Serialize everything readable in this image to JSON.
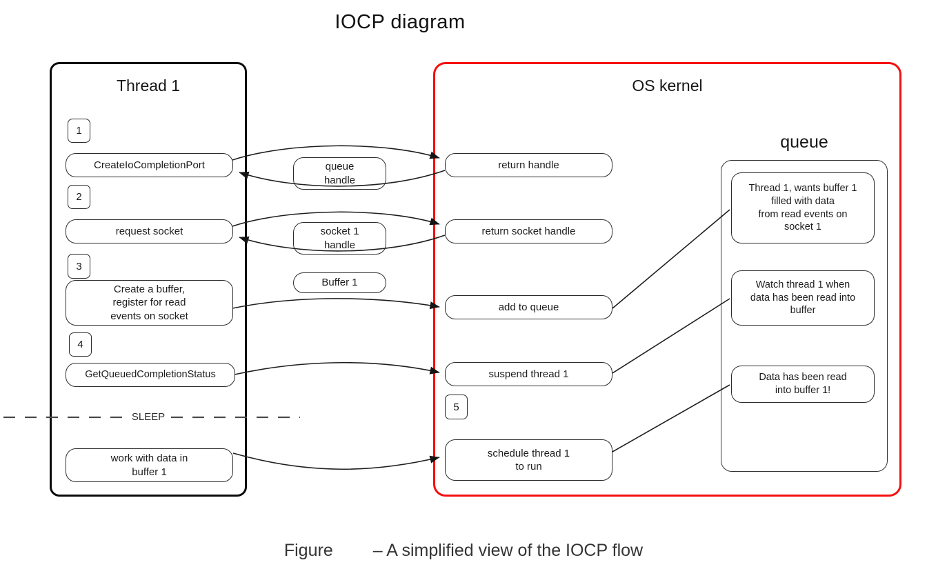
{
  "title": "IOCP diagram",
  "caption": {
    "figure_label": "Figure",
    "text": "– A simplified view of the IOCP flow"
  },
  "colors": {
    "kernel_border": "#f60e0e",
    "thread_border": "#0a0a0a",
    "box_border": "#2b2b2b",
    "arrow": "#1f1f1f"
  },
  "thread": {
    "title": "Thread 1",
    "steps": [
      {
        "num": "1",
        "label": "CreateIoCompletionPort"
      },
      {
        "num": "2",
        "label": "request socket"
      },
      {
        "num": "3",
        "label": "Create a buffer,\nregister for read\nevents on socket"
      },
      {
        "num": "4",
        "label": "GetQueuedCompletionStatus"
      }
    ],
    "sleep_label": "SLEEP",
    "work_box": "work with data in\nbuffer 1"
  },
  "middle_labels": [
    {
      "label": "queue\nhandle"
    },
    {
      "label": "socket 1\nhandle"
    },
    {
      "label": "Buffer 1"
    }
  ],
  "kernel": {
    "title": "OS kernel",
    "step5": "5",
    "boxes": [
      {
        "label": "return handle"
      },
      {
        "label": "return socket handle"
      },
      {
        "label": "add to queue"
      },
      {
        "label": "suspend thread 1"
      },
      {
        "label": "schedule thread 1\nto run"
      }
    ],
    "queue": {
      "title": "queue",
      "items": [
        {
          "label": "Thread 1, wants buffer 1\nfilled with data\nfrom read events on\nsocket 1"
        },
        {
          "label": "Watch thread 1 when\ndata has been read into\nbuffer"
        },
        {
          "label": "Data has been read\ninto buffer 1!"
        }
      ]
    }
  }
}
